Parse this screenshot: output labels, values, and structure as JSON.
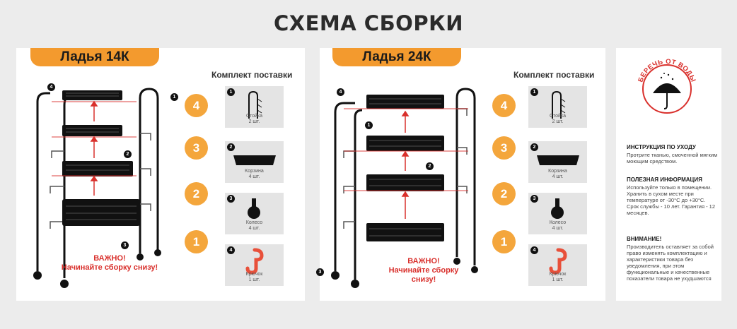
{
  "title": "СХЕМА СБОРКИ",
  "products": [
    {
      "name": "Ладья 14К",
      "kit_title": "Комплект поставки",
      "warning_line1": "ВАЖНО!",
      "warning_line2": "Начинайте сборку снизу!",
      "steps": [
        "4",
        "3",
        "2",
        "1"
      ],
      "kit": [
        {
          "num": "1",
          "name": "Стойка",
          "qty": "2 шт."
        },
        {
          "num": "2",
          "name": "Корзина",
          "qty": "4 шт."
        },
        {
          "num": "3",
          "name": "Колесо",
          "qty": "4 шт."
        },
        {
          "num": "4",
          "name": "Крючок",
          "qty": "1 шт."
        }
      ],
      "callouts": [
        "4",
        "1",
        "2",
        "3"
      ]
    },
    {
      "name": "Ладья 24К",
      "kit_title": "Комплект поставки",
      "warning_line1": "ВАЖНО!",
      "warning_line2": "Начинайте сборку снизу!",
      "steps": [
        "4",
        "3",
        "2",
        "1"
      ],
      "kit": [
        {
          "num": "1",
          "name": "Стойка",
          "qty": "2 шт."
        },
        {
          "num": "2",
          "name": "Корзина",
          "qty": "4 шт."
        },
        {
          "num": "3",
          "name": "Колесо",
          "qty": "4 шт."
        },
        {
          "num": "4",
          "name": "Крючок",
          "qty": "1 шт."
        }
      ],
      "callouts": [
        "4",
        "1",
        "2",
        "3"
      ]
    }
  ],
  "care": {
    "badge_text": "БЕРЕЧЬ ОТ ВОДЫ",
    "sections": [
      {
        "heading": "ИНСТРУКЦИЯ ПО УХОДУ",
        "text": "Протрите тканью, смоченной мягким моющим средством."
      },
      {
        "heading": "ПОЛЕЗНАЯ ИНФОРМАЦИЯ",
        "text": "Используйте только в помещении. Хранить в сухом месте при температуре от -30°С до +30°С. Срок службы - 10 лет. Гарантия - 12 месяцев."
      },
      {
        "heading": "ВНИМАНИЕ!",
        "text": "Производитель оставляет за собой право изменять комплектацию и характеристики товара без уведомления, при этом функциональные и качественные показатели товара не ухудшаются"
      }
    ]
  },
  "colors": {
    "accent": "#f39a2e",
    "warning": "#d9302c",
    "arrow": "#d9302c",
    "badge": "#d9302c"
  }
}
